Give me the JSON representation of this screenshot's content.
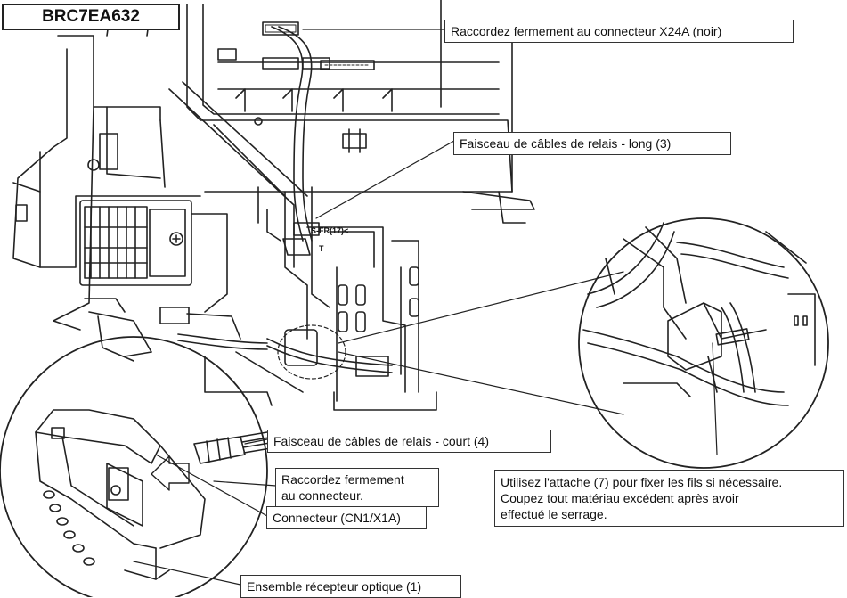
{
  "model_label": "BRC7EA632",
  "unit_marking": "S-FR(17)<\nT",
  "callouts": {
    "x24a": "Raccordez fermement au connecteur X24A (noir)",
    "long_harness": "Faisceau de câbles de relais - long (3)",
    "short_harness": "Faisceau de câbles de relais - court (4)",
    "connect_firmly": [
      "Raccordez fermement",
      "au connecteur."
    ],
    "connector": "Connecteur (CN1/X1A)",
    "receiver": "Ensemble récepteur optique (1)",
    "tie_note": [
      "Utilisez l'attache (7) pour fixer les fils si nécessaire.",
      "Coupez tout matériau excédent après avoir",
      "effectué le serrage."
    ]
  }
}
